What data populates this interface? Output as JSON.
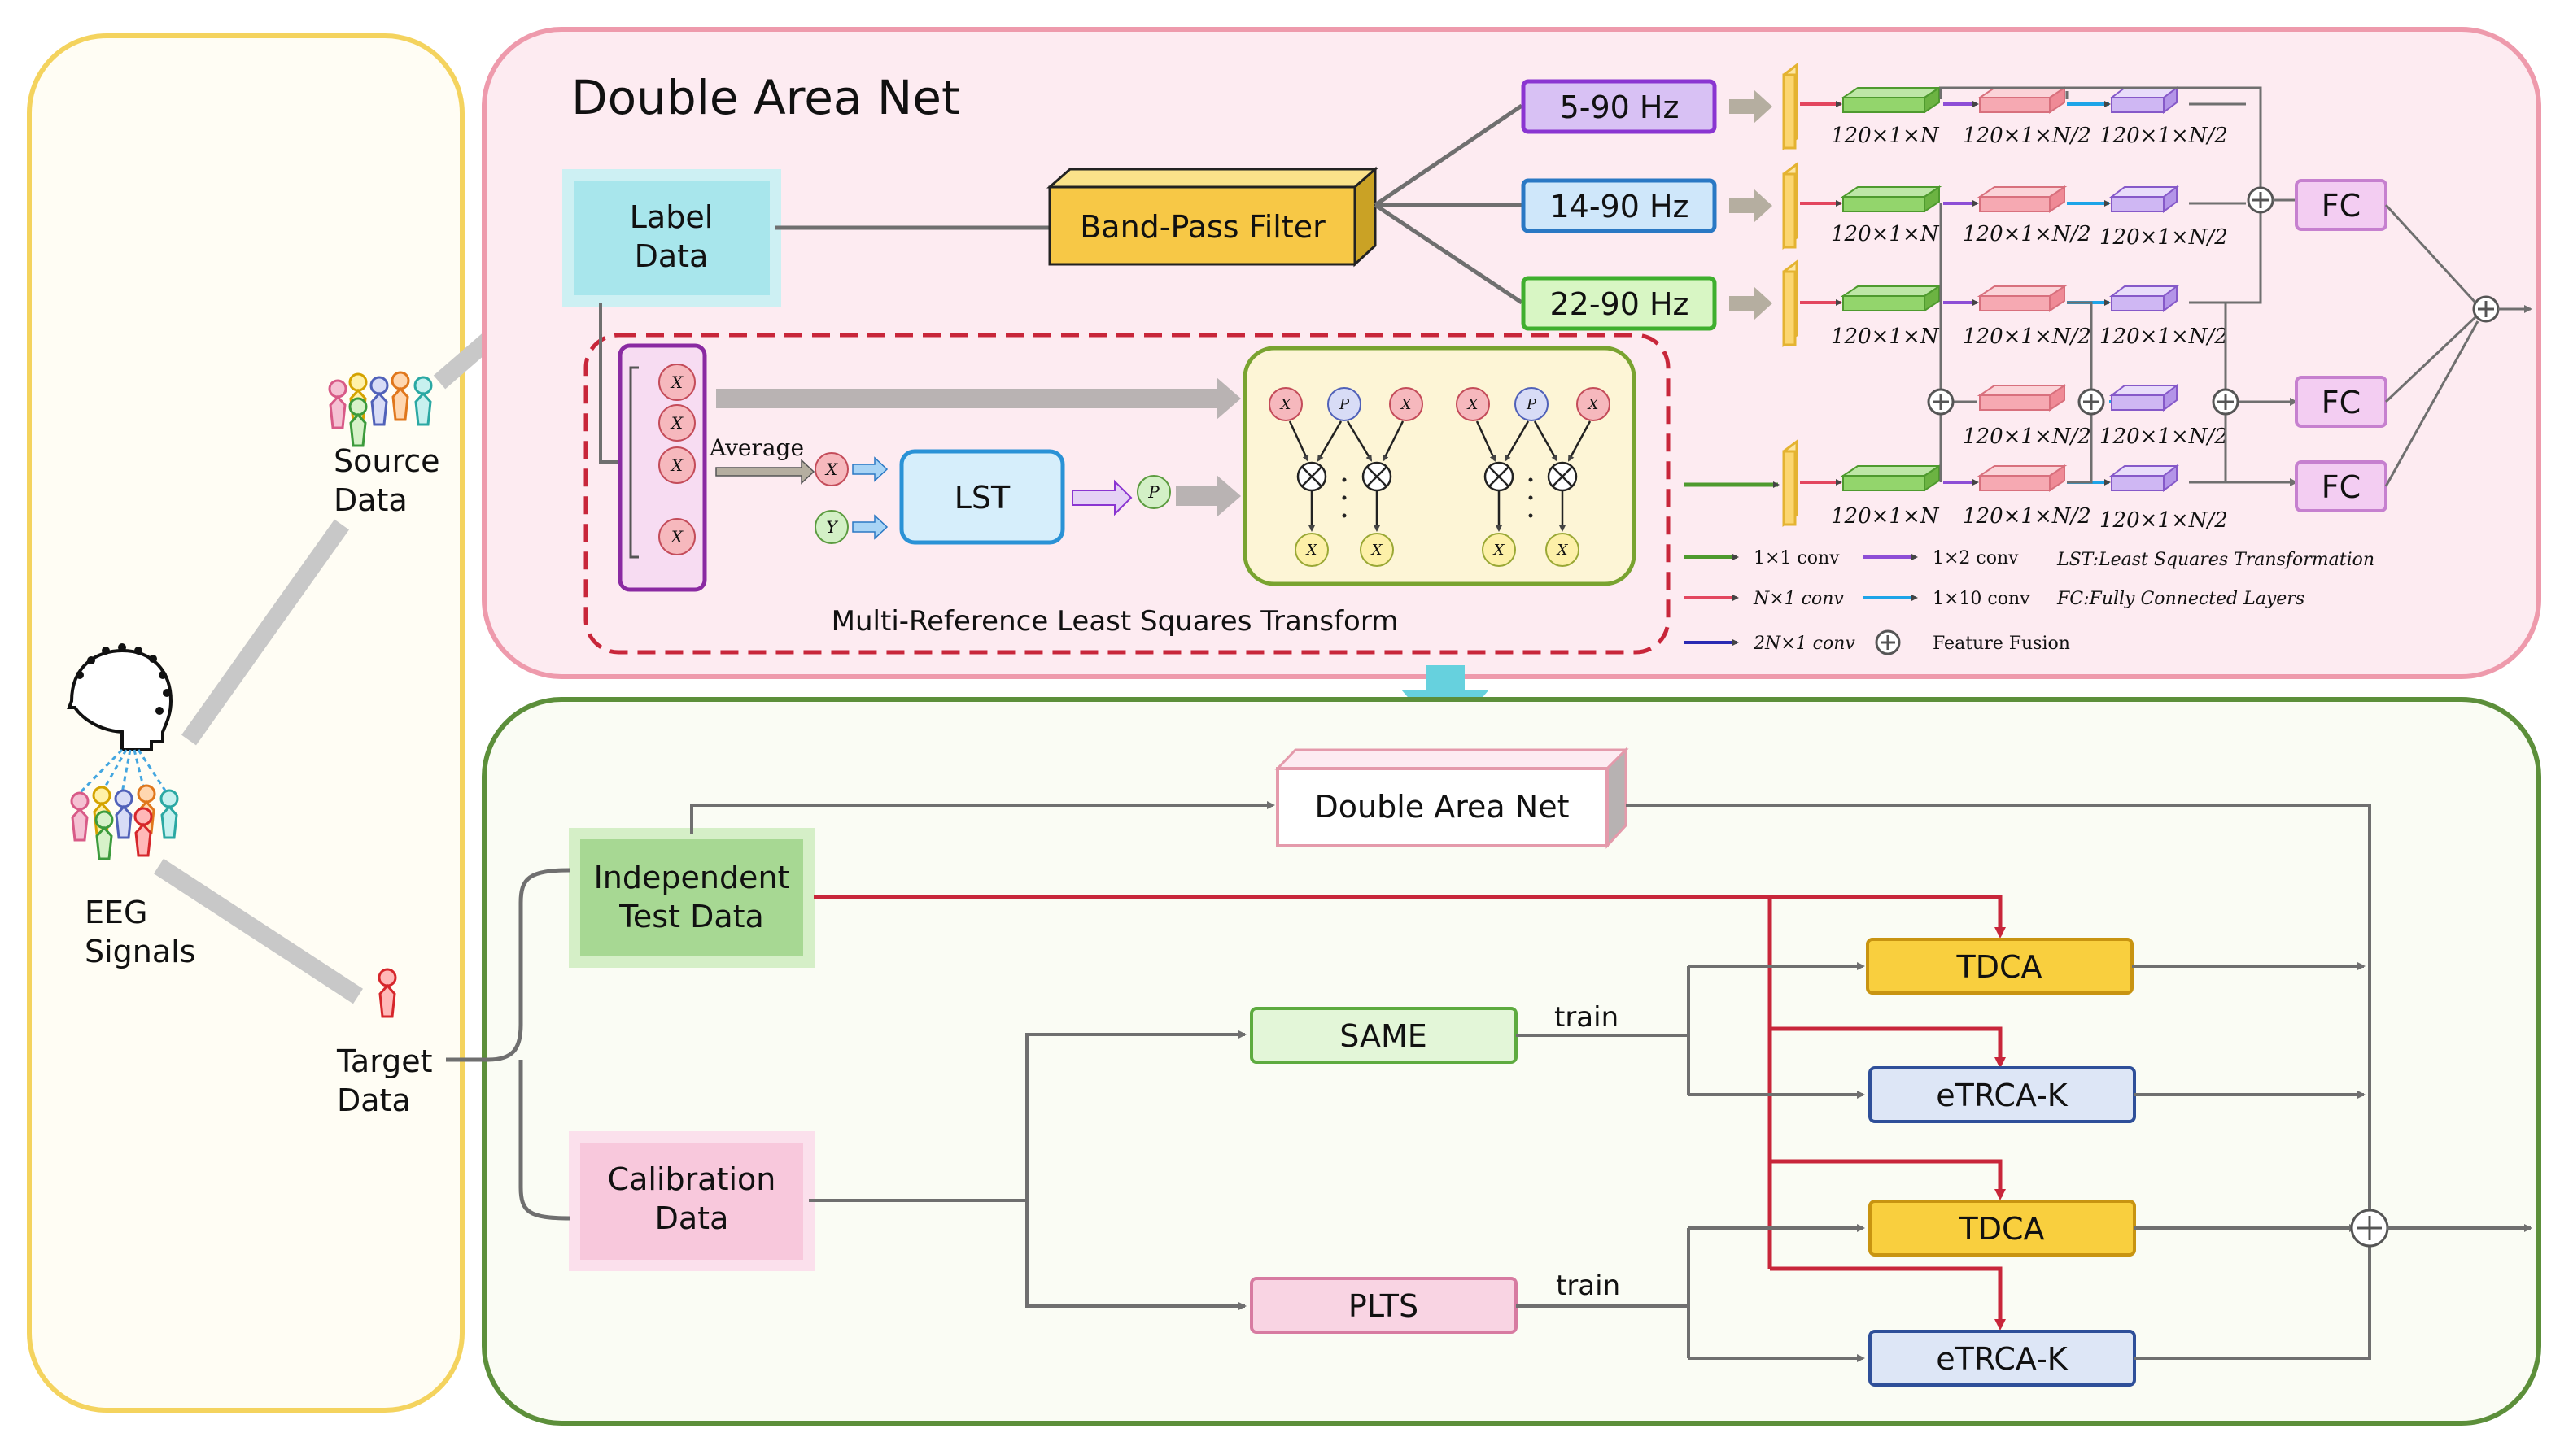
{
  "titles": {
    "top_panel": "Double Area Net",
    "mrlst": "Multi-Reference Least Squares Transform"
  },
  "left": {
    "source_l1": "Source",
    "source_l2": "Data",
    "eeg_l1": "EEG",
    "eeg_l2": "Signals",
    "target_l1": "Target",
    "target_l2": "Data"
  },
  "top": {
    "label_l1": "Label",
    "label_l2": "Data",
    "bandpass": "Band-Pass Filter",
    "hz1": "5-90 Hz",
    "hz2": "14-90 Hz",
    "hz3": "22-90 Hz",
    "average": "Average",
    "lst": "LST",
    "fc": "FC",
    "dim_a": "120×1×N",
    "dim_b": "120×1×N/2"
  },
  "legend": {
    "conv11": "1×1 conv",
    "conv12": "1×2 conv",
    "lst_def": "LST:Least Squares Transformation",
    "convnc": "N×1 conv",
    "conv110": "1×10 conv",
    "fc_def": "FC:Fully Connected Layers",
    "conv2nh": "2N×1 conv",
    "fusion": "Feature Fusion"
  },
  "bottom": {
    "dan": "Double Area Net",
    "indep_l1": "Independent",
    "indep_l2": "Test Data",
    "calib_l1": "Calibration",
    "calib_l2": "Data",
    "same": "SAME",
    "plts": "PLTS",
    "train": "train",
    "tdca": "TDCA",
    "etrca": "eTRCA-K"
  },
  "colors": {
    "red_arrow": "#c8263a",
    "gray_line": "#6f6f6f",
    "yellow_border": "#f4d35e",
    "pink_panel": "#fbe9ef",
    "green_panel_border": "#5c8f3a",
    "tdca_fill": "#f9cf3e",
    "etrca_fill": "#dde6f6",
    "etrca_border": "#2e4f99"
  }
}
